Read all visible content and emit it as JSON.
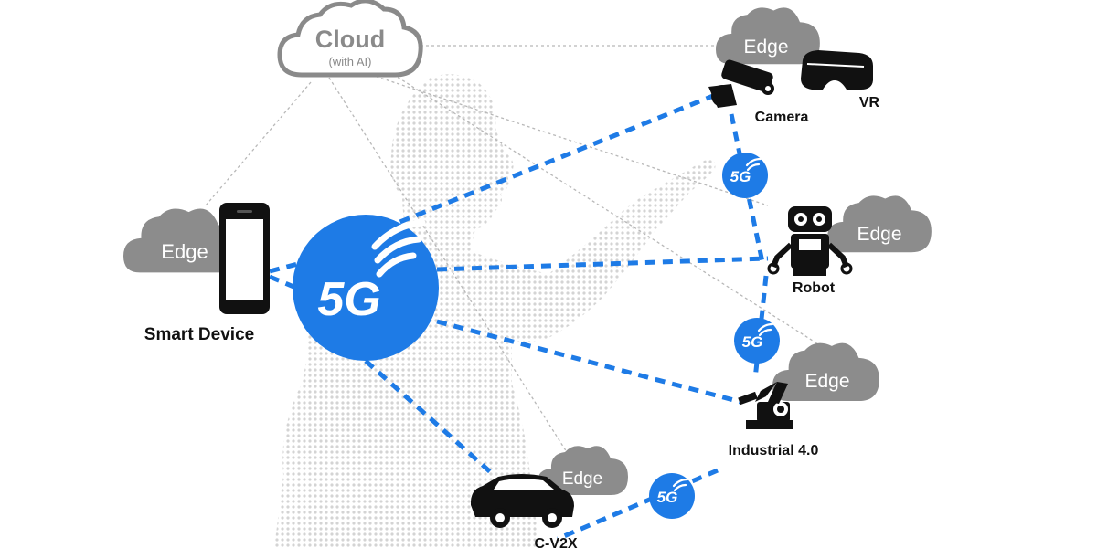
{
  "colors": {
    "brand_blue": "#1e7be6",
    "dashed_line": "#1e7be6",
    "thin_line": "#b8b8b8",
    "edge_cloud": "#8c8c8c",
    "main_cloud_stroke": "#8a8a8a",
    "device_black": "#111111",
    "text_dark": "#111111",
    "figure_gray": "#d4d4d4"
  },
  "cloud": {
    "title": "Cloud",
    "subtitle": "(with AI)"
  },
  "hub": {
    "label": "5G",
    "icon": "wifi-signal-icon"
  },
  "relays": [
    {
      "label": "5G",
      "icon": "wifi-signal-icon"
    },
    {
      "label": "5G",
      "icon": "wifi-signal-icon"
    },
    {
      "label": "5G",
      "icon": "wifi-signal-icon"
    }
  ],
  "edges": {
    "smart_device": "Edge",
    "camera": "Edge",
    "robot": "Edge",
    "industrial": "Edge",
    "cv2x": "Edge"
  },
  "devices": {
    "smart_device": {
      "label": "Smart Device",
      "icon": "smartphone-icon"
    },
    "camera": {
      "label": "Camera",
      "icon": "security-camera-icon"
    },
    "vr": {
      "label": "VR",
      "icon": "vr-headset-icon"
    },
    "robot": {
      "label": "Robot",
      "icon": "robot-icon"
    },
    "industrial": {
      "label": "Industrial 4.0",
      "icon": "robotic-arm-icon"
    },
    "cv2x": {
      "label": "C-V2X",
      "icon": "car-icon"
    }
  }
}
